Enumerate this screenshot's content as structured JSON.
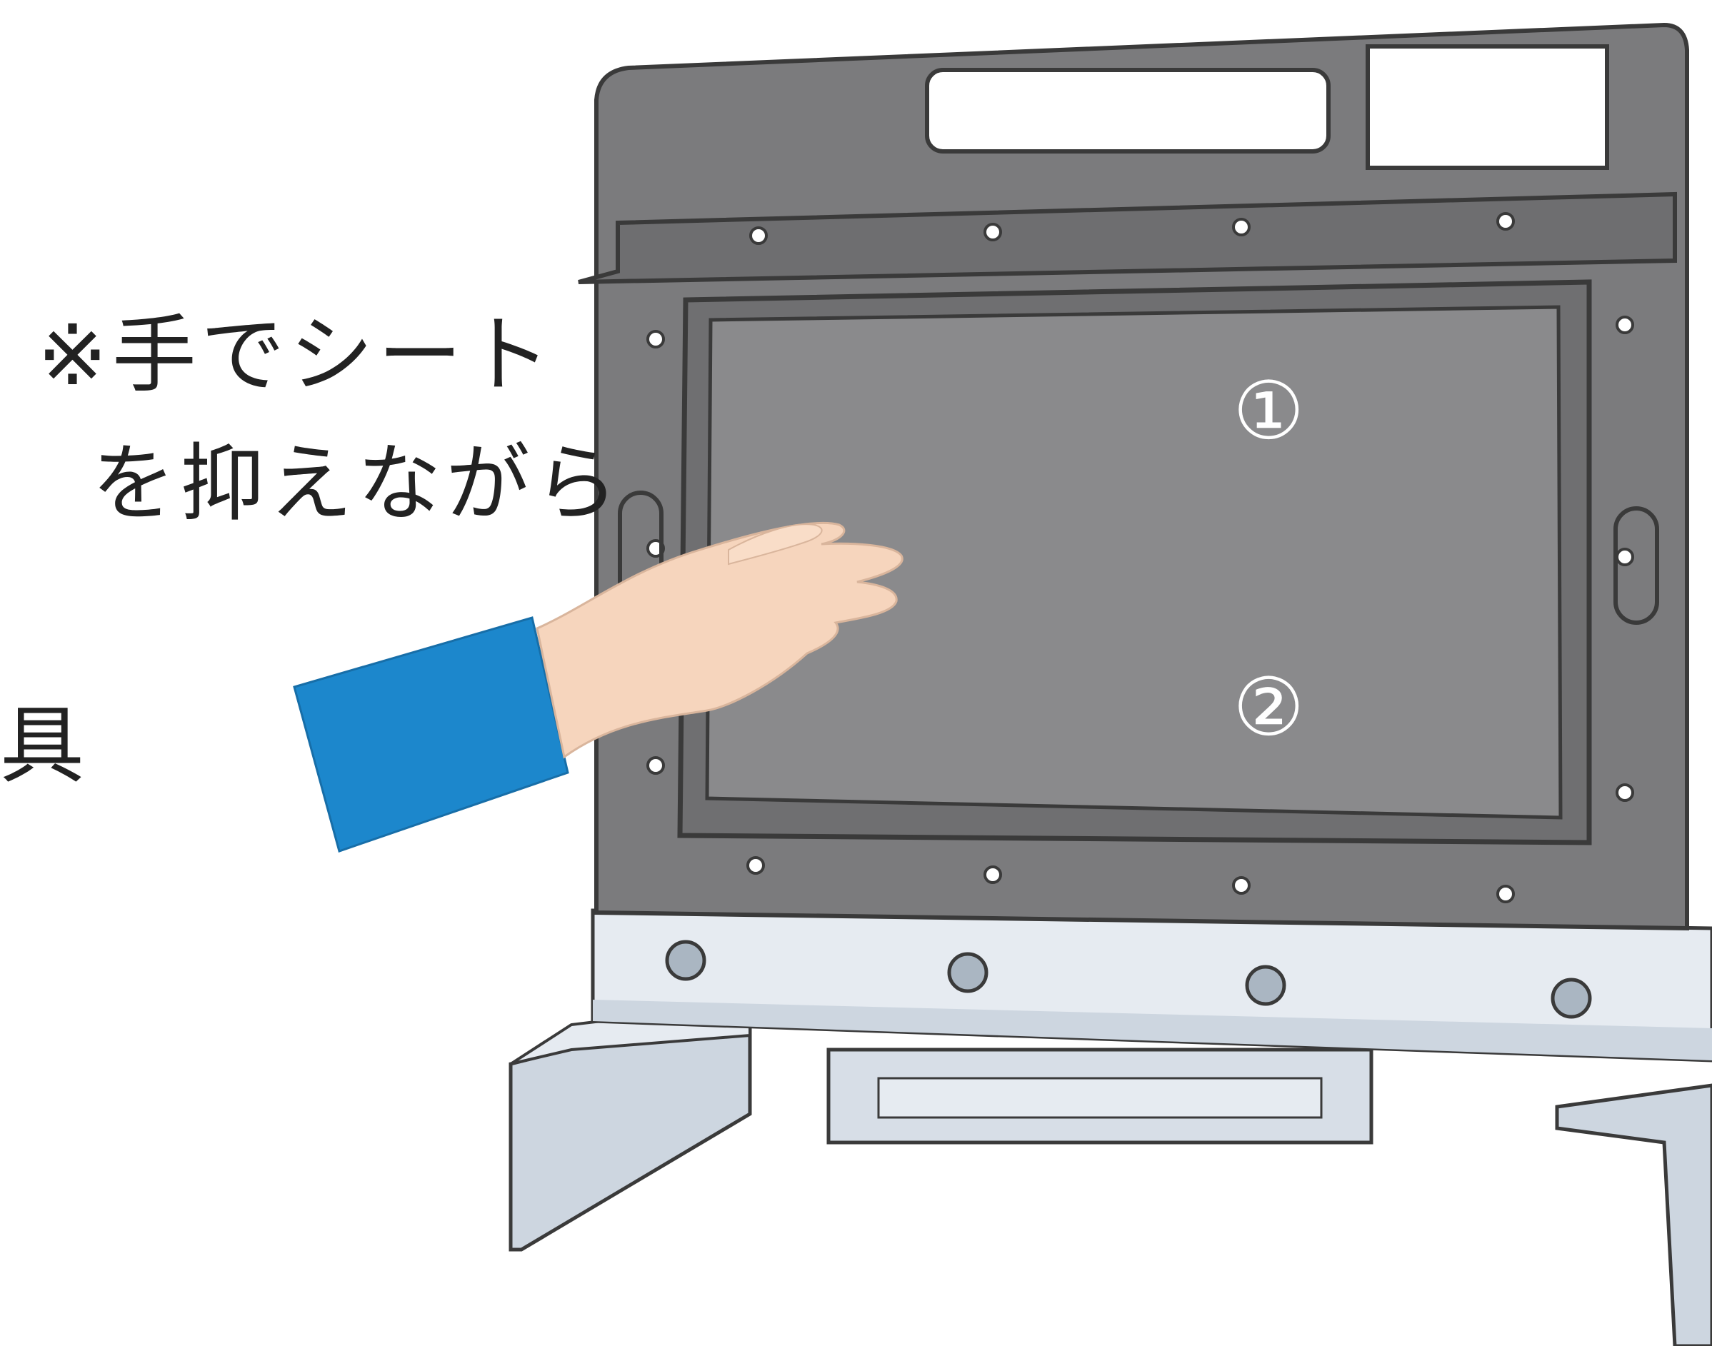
{
  "annotation": {
    "line1": "※手でシート",
    "line2": "を抑えながら",
    "tool_fragment": "具"
  },
  "markers": {
    "first": "①",
    "second": "②"
  },
  "colors": {
    "panel": "#7b7b7d",
    "sheet": "#8a8a8c",
    "base": "#e6ebf1",
    "base_shadow": "#cdd6e0",
    "sleeve": "#1c87cc",
    "skin": "#f6d5bd",
    "outline": "#3a3a3a"
  }
}
